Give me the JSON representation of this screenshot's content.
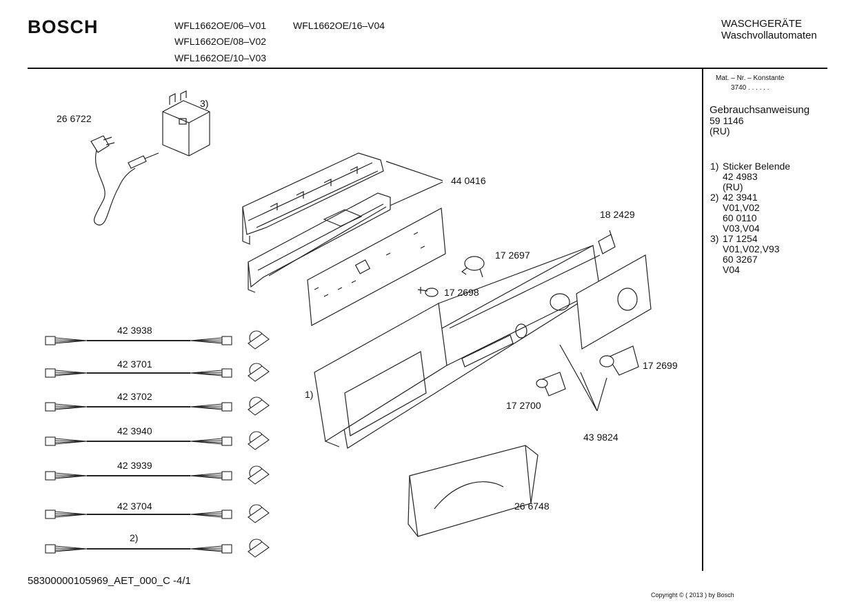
{
  "header": {
    "brand": "BOSCH",
    "models": [
      "WFL1662OE/06–V01",
      "WFL1662OE/08–V02",
      "WFL1662OE/10–V03",
      "WFL1662OE/16–V04"
    ],
    "category": "WASCHGERÄTE",
    "subcategory": "Waschvollautomaten"
  },
  "side_panel": {
    "mat_label": "Mat. – Nr. – Konstante",
    "mat_value": "3740 . .   . . . .",
    "manual_title": "Gebrauchsanweisung",
    "manual_number": "59 1146",
    "manual_lang": "(RU)",
    "notes": [
      [
        "1)",
        "Sticker Belende",
        "42 4983",
        "(RU)"
      ],
      [
        "2)",
        "42 3941",
        "V01,V02",
        "60 0110",
        "V03,V04"
      ],
      [
        "3)",
        "17 1254",
        "V01,V02,V93",
        "60 3267",
        "V04"
      ]
    ]
  },
  "part_labels": {
    "p266722": "26 6722",
    "note3": "3)",
    "p440416": "44 0416",
    "p182429": "18 2429",
    "p172697": "17 2697",
    "p172698": "17 2698",
    "p172699": "17 2699",
    "p172700": "17 2700",
    "p439824": "43 9824",
    "note1": "1)",
    "p266748": "26 6748"
  },
  "harnesses": [
    "42 3938",
    "42 3701",
    "42 3702",
    "42 3940",
    "42 3939",
    "42 3704",
    "2)"
  ],
  "footer": {
    "doc_id": "58300000105969_AET_000_C  -4/1",
    "copyright": "Copyright © ( 2013 ) by Bosch"
  }
}
